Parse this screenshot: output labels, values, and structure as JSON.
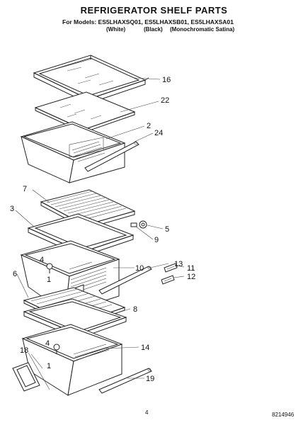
{
  "title": "REFRIGERATOR SHELF PARTS",
  "models_line": "For Models: ES5LHAXSQ01, ES5LHAXSB01, ES5LHAXSA01",
  "variants": {
    "white": "(White)",
    "black": "(Black)",
    "mono": "(Monochromatic Satina)"
  },
  "callouts": {
    "c16": "16",
    "c22": "22",
    "c2": "2",
    "c24": "24",
    "c7": "7",
    "c3": "3",
    "c5": "5",
    "c9": "9",
    "c4a": "4",
    "c1a": "1",
    "c10": "10",
    "c6": "6",
    "c13": "13",
    "c11": "11",
    "c12": "12",
    "c8": "8",
    "c4b": "4",
    "c14": "14",
    "c1b": "1",
    "c18": "18",
    "c19": "19"
  },
  "footer": {
    "page_number": "4",
    "doc_code": "8214946"
  }
}
